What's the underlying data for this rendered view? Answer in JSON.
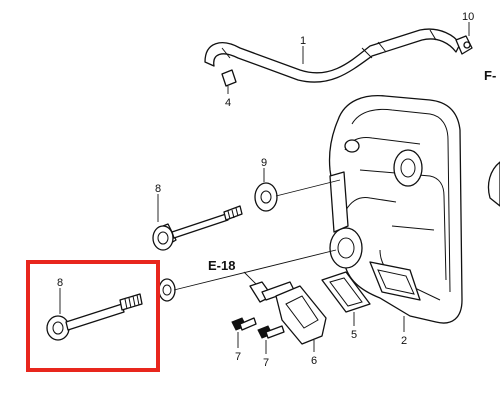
{
  "diagram": {
    "callouts": {
      "hose": "1",
      "cover": "2",
      "clamp": "4",
      "gasket": "5",
      "cap": "6",
      "screw_a": "7",
      "screw_b": "7",
      "bolt_upper": "8",
      "bolt_highlight": "8",
      "seal_ring": "9",
      "hose_clip": "10"
    },
    "reference": "E-18",
    "direction": "F-",
    "highlight_color": "#e8261d"
  }
}
